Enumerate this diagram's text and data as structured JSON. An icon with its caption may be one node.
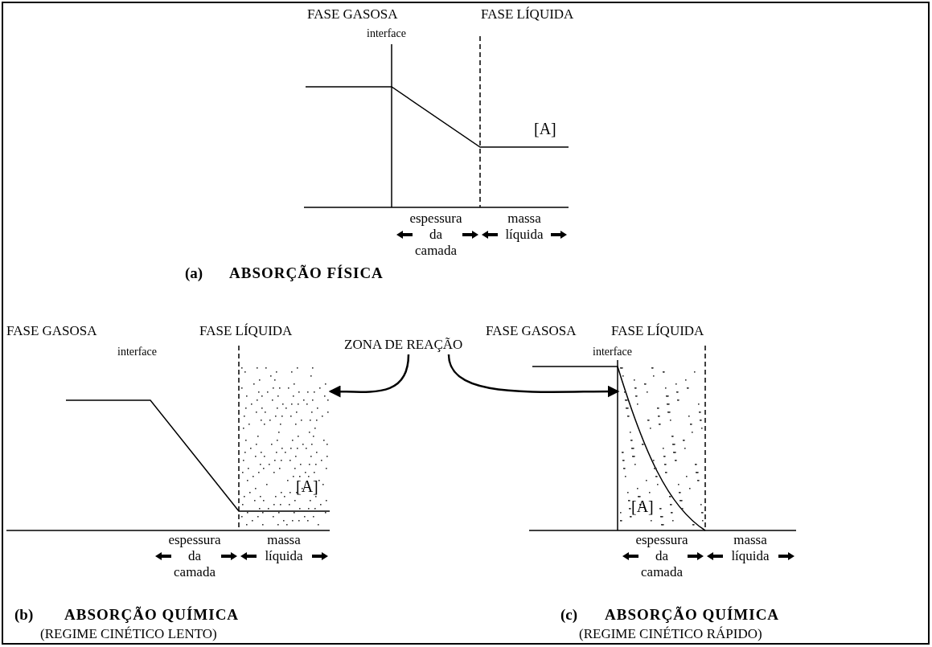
{
  "diagram": {
    "nodes": [
      {
        "text": [
          "ZONA DE REAÇÃO"
        ]
      },
      {
        "text": [],
        "shape": "box"
      },
      {
        "text": [],
        "shape": "box"
      }
    ],
    "edges": [
      {
        "from": 0,
        "to": 1,
        "arrow": "to"
      },
      {
        "from": 0,
        "to": 2,
        "arrow": "to"
      }
    ],
    "labels": [
      "FASE GASOSA",
      "FASE LÍQUIDA",
      "interface",
      "[A]",
      "espessura da camada",
      "massa líquida",
      "(a)",
      "ABSORÇÃO FÍSICA",
      "FASE GASOSA",
      "interface",
      "FASE LÍQUIDA",
      "FASE GASOSA",
      "interface",
      "FASE LÍQUIDA",
      "[A]",
      "[A]",
      "espessura da camada",
      "massa líquida",
      "espessura da camada",
      "massa líquida",
      "(b)",
      "ABSORÇÃO QUÍMICA",
      "(REGIME CINÉTICO LENTO)",
      "(c)",
      "ABSORÇÃO QUÍMICA",
      "(REGIME CINÉTICO RÁPIDO)"
    ]
  }
}
